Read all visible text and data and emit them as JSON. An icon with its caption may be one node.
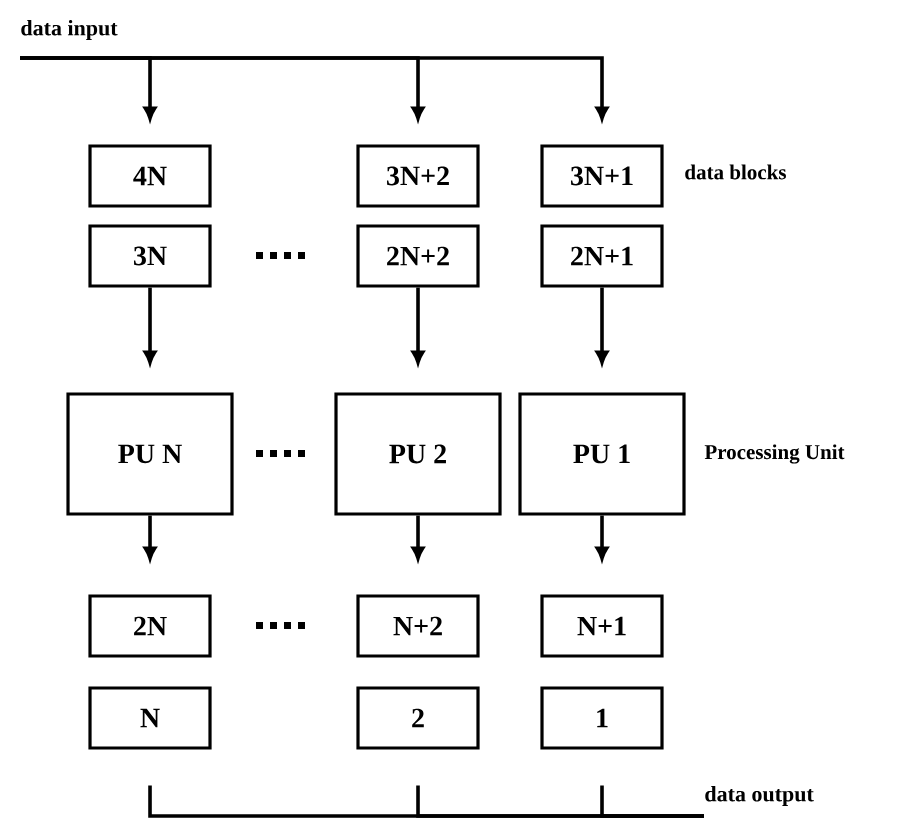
{
  "diagram": {
    "nodes": [
      {
        "text": [
          "data input"
        ]
      },
      {
        "text": [
          "4N"
        ]
      },
      {
        "text": [
          "3N+2"
        ]
      },
      {
        "text": [
          "3N+1"
        ]
      },
      {
        "text": [
          "3N"
        ]
      },
      {
        "text": [
          "2N+2"
        ]
      },
      {
        "text": [
          "2N+1"
        ]
      },
      {
        "text": [
          "PU  N"
        ]
      },
      {
        "text": [
          "PU 2"
        ]
      },
      {
        "text": [
          "PU 1"
        ]
      },
      {
        "text": [
          "2N"
        ]
      },
      {
        "text": [
          "N+2"
        ]
      },
      {
        "text": [
          "N+1"
        ]
      },
      {
        "text": [
          "N"
        ]
      },
      {
        "text": [
          "2"
        ]
      },
      {
        "text": [
          "1"
        ]
      },
      {
        "text": [
          "data output"
        ]
      }
    ],
    "edges": [
      {
        "from": 0,
        "to": 1,
        "arrow": "to"
      },
      {
        "from": 0,
        "to": 2,
        "arrow": "to"
      },
      {
        "from": 0,
        "to": 3,
        "arrow": "to"
      },
      {
        "from": 4,
        "to": 7,
        "arrow": "to"
      },
      {
        "from": 5,
        "to": 8,
        "arrow": "to"
      },
      {
        "from": 6,
        "to": 9,
        "arrow": "to"
      },
      {
        "from": 7,
        "to": 10,
        "arrow": "to"
      },
      {
        "from": 8,
        "to": 11,
        "arrow": "to"
      },
      {
        "from": 9,
        "to": 12,
        "arrow": "to"
      },
      {
        "from": 13,
        "to": 16,
        "arrow": "none"
      },
      {
        "from": 14,
        "to": 16,
        "arrow": "none"
      },
      {
        "from": 15,
        "to": 16,
        "arrow": "none"
      }
    ],
    "labels": [
      "data blocks",
      "Processing Unit"
    ]
  }
}
